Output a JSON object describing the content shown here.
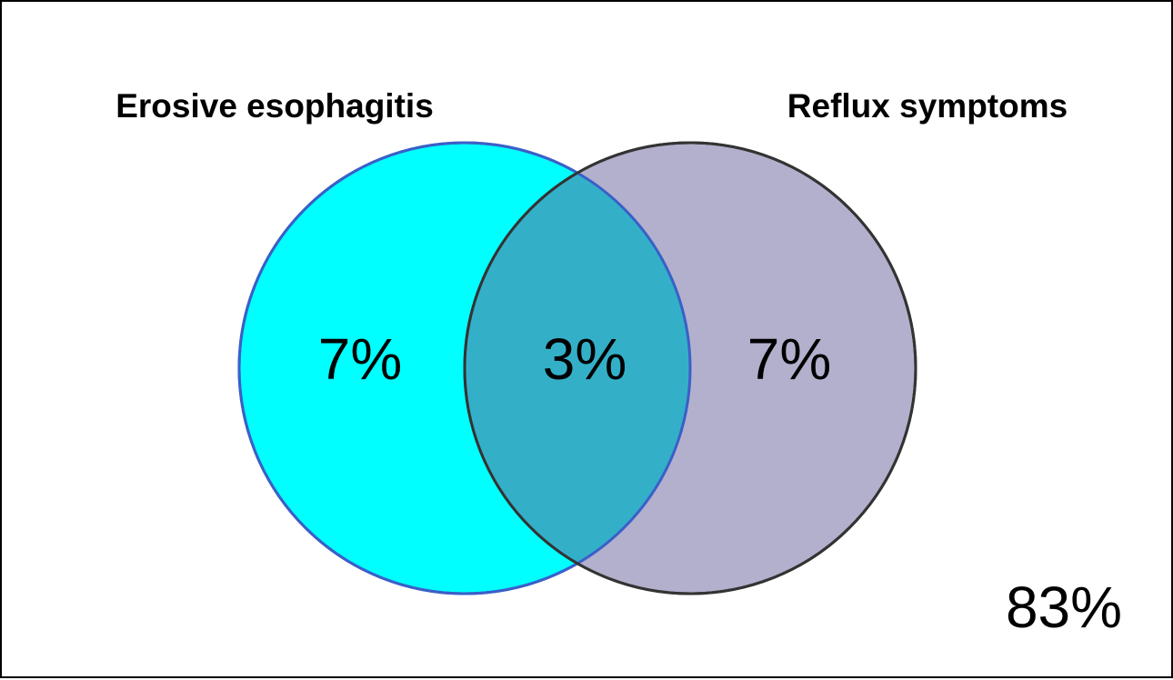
{
  "sets": {
    "left": {
      "label": "Erosive esophagitis",
      "color": "#00ffff"
    },
    "right": {
      "label": "Reflux symptoms",
      "color": "#b2b0cc"
    }
  },
  "regions": {
    "left_only": "7%",
    "intersection": "3%",
    "right_only": "7%",
    "outside": "83%"
  },
  "colors": {
    "left_fill": "#00ffff",
    "left_stroke": "#3a5fc8",
    "right_fill": "#b2b0cc",
    "right_stroke": "#333333",
    "overlap_fill": "#33b0c8",
    "frame_border": "#000000"
  }
}
